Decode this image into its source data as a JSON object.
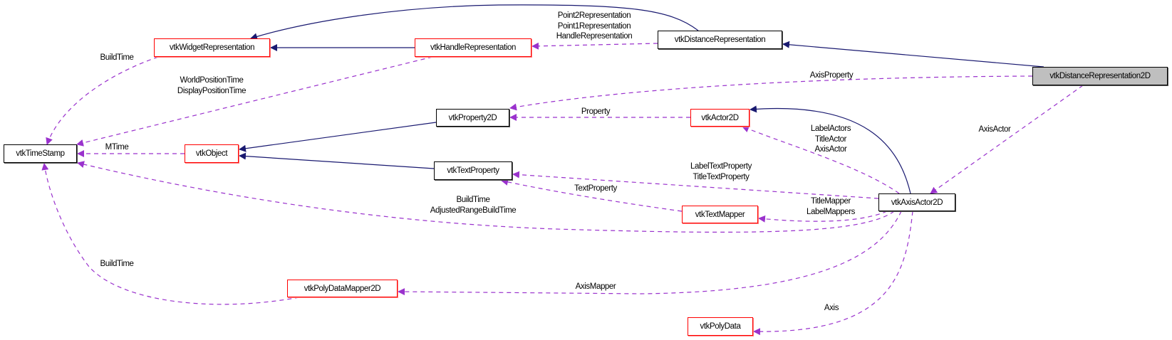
{
  "colors": {
    "inheritance_edge": "#191970",
    "usage_edge": "#9a32cd",
    "focus_fill": "#bfbfbf",
    "incomplete_border": "#ff0000"
  },
  "nodes": {
    "timestamp": "vtkTimeStamp",
    "widget_rep": "vtkWidgetRepresentation",
    "handle_rep": "vtkHandleRepresentation",
    "distance_rep": "vtkDistanceRepresentation",
    "distance_rep_2d": "vtkDistanceRepresentation2D",
    "property_2d": "vtkProperty2D",
    "actor_2d": "vtkActor2D",
    "object": "vtkObject",
    "text_property": "vtkTextProperty",
    "text_mapper": "vtkTextMapper",
    "axis_actor_2d": "vtkAxisActor2D",
    "poly_data_mapper_2d": "vtkPolyDataMapper2D",
    "poly_data": "vtkPolyData"
  },
  "edge_labels": {
    "handle_reps": [
      "Point2Representation",
      "Point1Representation",
      "HandleRepresentation"
    ],
    "widget_build_time": [
      "BuildTime"
    ],
    "handle_times": [
      "WorldPositionTime",
      "DisplayPositionTime"
    ],
    "axis_property": [
      "AxisProperty"
    ],
    "property": [
      "Property"
    ],
    "axis_actor": [
      "AxisActor"
    ],
    "actors": [
      "LabelActors",
      "TitleActor",
      "AxisActor"
    ],
    "mtime": [
      "MTime"
    ],
    "text_properties": [
      "LabelTextProperty",
      "TitleTextProperty"
    ],
    "text_property": [
      "TextProperty"
    ],
    "mappers": [
      "TitleMapper",
      "LabelMappers"
    ],
    "axis_build_times": [
      "BuildTime",
      "AdjustedRangeBuildTime"
    ],
    "mapper_build_time": [
      "BuildTime"
    ],
    "axis_mapper": [
      "AxisMapper"
    ],
    "axis": [
      "Axis"
    ]
  }
}
